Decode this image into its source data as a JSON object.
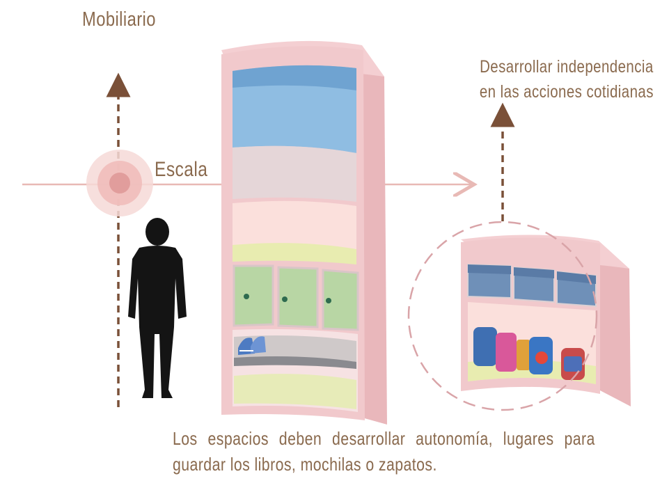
{
  "title": "Mobiliario",
  "scale_label": "Escala",
  "goal": {
    "line1": "Desarrollar independencia",
    "line2": "en las acciones cotidianas"
  },
  "caption": "Los espacios deben desarrollar autonomía, lugares para guardar los libros, mochilas o zapatos.",
  "colors": {
    "text": "#8a6a4e",
    "arrow_dashed": "#7a5038",
    "axis_line": "#e8b9b5",
    "node_outer": "#f6d9d7",
    "node_mid": "#efbdba",
    "node_core": "#e19d9c",
    "cabinet_frame": "#f1c9cc",
    "shelf_blue": "#8fbde2",
    "door_green": "#b8d6a4",
    "shelf_yellow": "#e8ecb0",
    "circle_dashed": "#d9a4a8"
  },
  "icons": [
    "person-silhouette-icon",
    "tall-cabinet-illustration",
    "low-cabinet-illustration"
  ]
}
